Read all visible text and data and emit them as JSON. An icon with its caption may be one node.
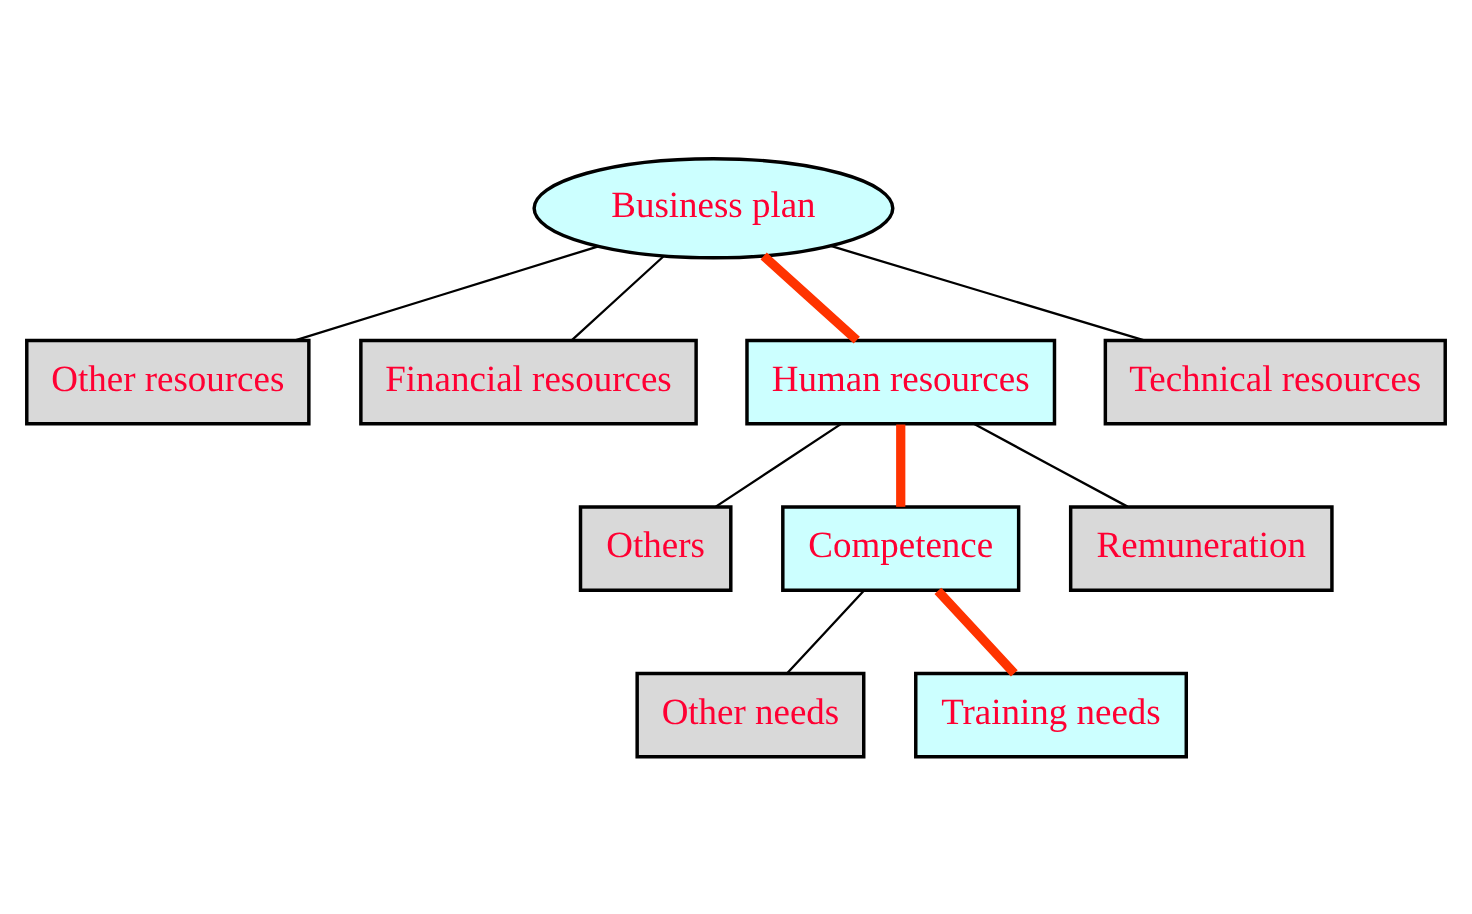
{
  "diagram": {
    "nodes": [
      {
        "text": [
          "Business plan"
        ]
      },
      {
        "text": [
          "Other resources"
        ]
      },
      {
        "text": [
          "Financial resources"
        ]
      },
      {
        "text": [
          "Human resources"
        ]
      },
      {
        "text": [
          "Technical resources"
        ]
      },
      {
        "text": [
          "Others"
        ]
      },
      {
        "text": [
          "Competence"
        ]
      },
      {
        "text": [
          "Remuneration"
        ]
      },
      {
        "text": [
          "Other needs"
        ]
      },
      {
        "text": [
          "Training needs"
        ]
      }
    ],
    "edges": [
      {
        "from": 0,
        "to": 1,
        "arrow": "none"
      },
      {
        "from": 0,
        "to": 2,
        "arrow": "none"
      },
      {
        "from": 0,
        "to": 3,
        "arrow": "none",
        "style": "thick",
        "color": "#ff3300"
      },
      {
        "from": 0,
        "to": 4,
        "arrow": "none"
      },
      {
        "from": 3,
        "to": 5,
        "arrow": "none"
      },
      {
        "from": 3,
        "to": 6,
        "arrow": "none",
        "style": "thick",
        "color": "#ff3300"
      },
      {
        "from": 3,
        "to": 7,
        "arrow": "none"
      },
      {
        "from": 6,
        "to": 8,
        "arrow": "none"
      },
      {
        "from": 6,
        "to": 9,
        "arrow": "none",
        "style": "thick",
        "color": "#ff3300"
      }
    ]
  }
}
